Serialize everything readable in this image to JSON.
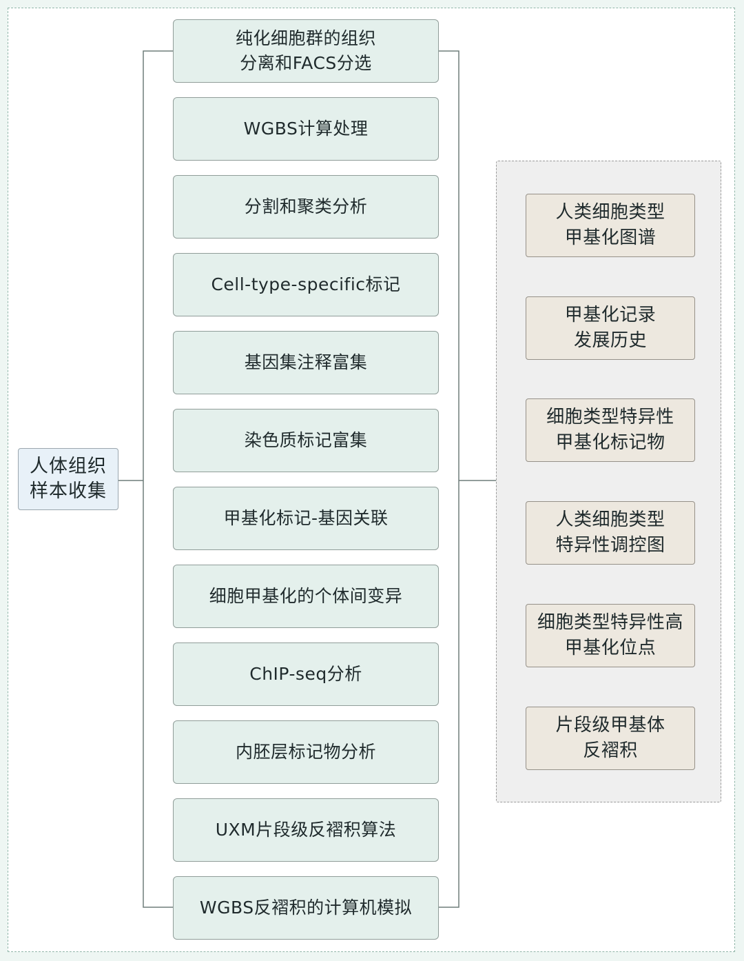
{
  "root": {
    "label": "人体组织\n样本收集"
  },
  "steps": [
    {
      "label": "纯化细胞群的组织\n分离和FACS分选"
    },
    {
      "label": "WGBS计算处理"
    },
    {
      "label": "分割和聚类分析"
    },
    {
      "label": "Cell-type-specific标记"
    },
    {
      "label": "基因集注释富集"
    },
    {
      "label": "染色质标记富集"
    },
    {
      "label": "甲基化标记-基因关联"
    },
    {
      "label": "细胞甲基化的个体间变异"
    },
    {
      "label": "ChIP-seq分析"
    },
    {
      "label": "内胚层标记物分析"
    },
    {
      "label": "UXM片段级反褶积算法"
    },
    {
      "label": "WGBS反褶积的计算机模拟"
    }
  ],
  "outputs": [
    {
      "label": "人类细胞类型\n甲基化图谱"
    },
    {
      "label": "甲基化记录\n发展历史"
    },
    {
      "label": "细胞类型特异性\n甲基化标记物"
    },
    {
      "label": "人类细胞类型\n特异性调控图"
    },
    {
      "label": "细胞类型特异性高\n甲基化位点"
    },
    {
      "label": "片段级甲基体\n反褶积"
    }
  ]
}
